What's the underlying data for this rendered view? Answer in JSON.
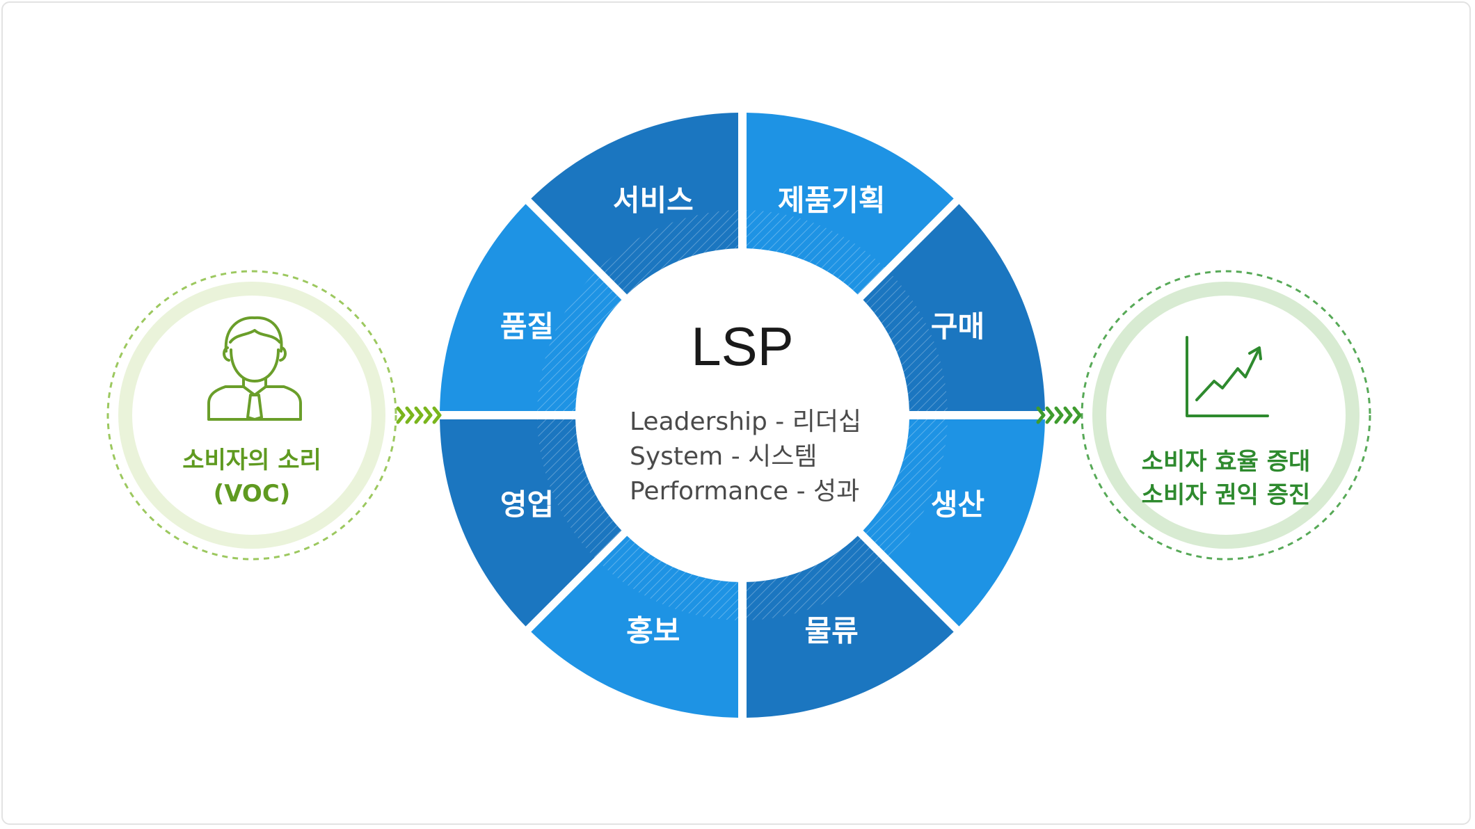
{
  "colors": {
    "segment_dark": "#1b76c0",
    "segment_light": "#1e93e4",
    "voc_text": "#5f9a20",
    "voc_border": "#9cc85f",
    "voc_fill": "#eaf3da",
    "result_text": "#2e8a2e",
    "result_border": "#57a957",
    "result_fill": "#d8ebd2",
    "arrow": "#7ab51d"
  },
  "center": {
    "title": "LSP",
    "lines": [
      "Leadership - 리더십",
      "System - 시스템",
      "Performance - 성과"
    ]
  },
  "segments": [
    "서비스",
    "제품기획",
    "구매",
    "생산",
    "물류",
    "홍보",
    "영업",
    "품질"
  ],
  "voc": {
    "icon": "person-icon",
    "line1": "소비자의 소리",
    "line2": "(VOC)"
  },
  "result": {
    "icon": "growth-chart-icon",
    "line1": "소비자 효율 증대",
    "line2": "소비자 권익 증진"
  }
}
